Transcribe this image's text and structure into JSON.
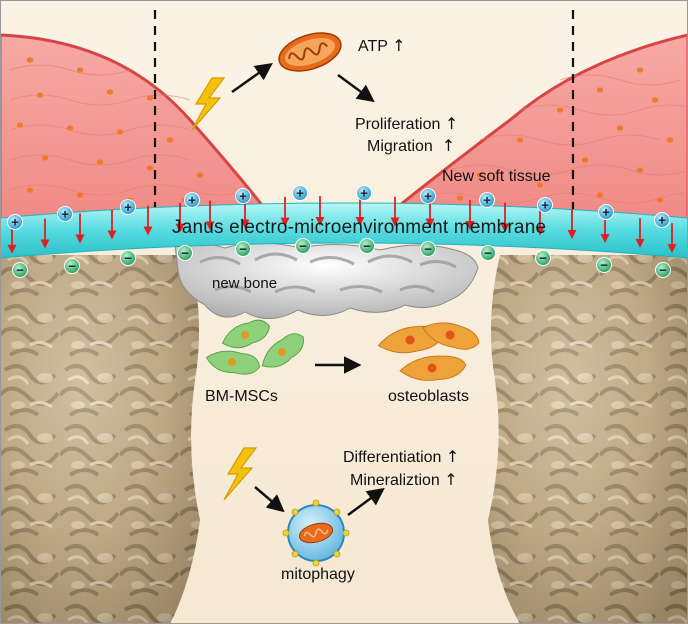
{
  "labels": {
    "atp": "ATP",
    "proliferation": "Proliferation",
    "migration": "Migration",
    "new_soft_tissue": "New soft tissue",
    "membrane": "Janus electro-microenvironment membrane",
    "new_bone": "new bone",
    "bm_mscs": "BM-MSCs",
    "osteoblasts": "osteoblasts",
    "differentiation": "Differentiation",
    "mineralization": "Mineraliztion",
    "mitophagy": "mitophagy",
    "up_arrow": "↑",
    "plus": "+",
    "minus": "−"
  },
  "icons": {
    "lightning": "lightning-bolt-icon",
    "mitochondrion": "mitochondrion-icon",
    "cell": "cell-icon"
  },
  "colors": {
    "background": "#f8edda",
    "tissue": "#f08c8c",
    "tissue_edge": "#d64545",
    "membrane": "#3fd3d8",
    "membrane_light": "#8ff0f0",
    "bone": "#c9b494",
    "bone_dark": "#7a6648",
    "new_bone": "#d7d7d7",
    "plus_ion": "#2ea8d6",
    "minus_ion": "#27b06a",
    "charge_arrow": "#e02020",
    "msc": "#8fd07a",
    "osteoblast": "#f0a23a",
    "lightning": "#f4c20d",
    "mitochondrion": "#e86a1c"
  }
}
